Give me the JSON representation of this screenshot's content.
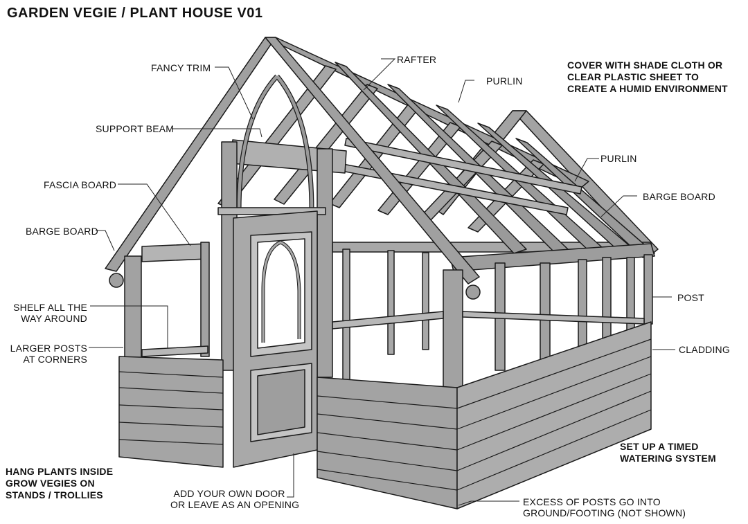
{
  "title": "GARDEN VEGIE / PLANT HOUSE V01",
  "labels": {
    "fancy_trim": "FANCY TRIM",
    "rafter": "RAFTER",
    "purlin_top": "PURLIN",
    "purlin_mid": "PURLIN",
    "support_beam": "SUPPORT BEAM",
    "fascia_board": "FASCIA BOARD",
    "barge_board_left": "BARGE BOARD",
    "barge_board_right": "BARGE BOARD",
    "post": "POST",
    "shelf_line1": "SHELF ALL THE",
    "shelf_line2": "WAY AROUND",
    "larger_posts_line1": "LARGER POSTS",
    "larger_posts_line2": "AT CORNERS",
    "cladding": "CLADDING",
    "door_line1": "ADD YOUR OWN DOOR",
    "door_line2": "OR LEAVE AS AN OPENING",
    "excess_line1": "EXCESS OF POSTS GO INTO",
    "excess_line2": "GROUND/FOOTING (NOT SHOWN)"
  },
  "notes": {
    "cover_line1": "COVER WITH SHADE CLOTH OR",
    "cover_line2": "CLEAR PLASTIC SHEET TO",
    "cover_line3": "CREATE A HUMID ENVIRONMENT",
    "water_line1": "SET UP A TIMED",
    "water_line2": "WATERING SYSTEM",
    "hang_line1": "HANG PLANTS INSIDE",
    "hang_line2": "GROW VEGIES ON",
    "hang_line3": "STANDS / TROLLIES"
  },
  "colors": {
    "timber": "#9a9a9a",
    "timber_light": "#b5b5b5",
    "timber_dark": "#7d7d7d",
    "outline": "#1a1a1a",
    "leader": "#222222"
  }
}
